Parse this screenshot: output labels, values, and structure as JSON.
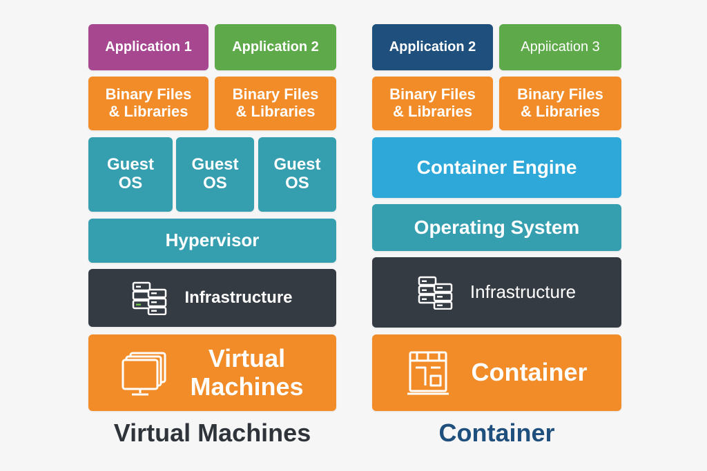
{
  "colors": {
    "purple": "#a6478f",
    "green": "#5ea94a",
    "navy": "#1e4f7d",
    "orange": "#f28c28",
    "teal": "#359fb0",
    "sky": "#2ea8d8",
    "dark": "#353b42",
    "caption_left": "#2e343a",
    "caption_right": "#1e4f7d"
  },
  "vm": {
    "apps": [
      "Application 1",
      "Application 2"
    ],
    "bins": [
      "Binary Files\n& Libraries",
      "Binary Files\n& Libraries"
    ],
    "guests": [
      "Guest\nOS",
      "Guest\nOS",
      "Guest\nOS"
    ],
    "hypervisor": "Hypervisor",
    "infrastructure": "Infrastructure",
    "infrastructure_icon": "server-icon",
    "base": "Virtual\nMachines",
    "base_icon": "virtual-machine-icon",
    "caption": "Virtual Machines"
  },
  "container": {
    "apps": [
      "Application 2",
      "Appiication 3"
    ],
    "bins": [
      "Binary Files\n& Libraries",
      "Binary Files\n& Libraries"
    ],
    "engine": "Container Engine",
    "os": "Operating System",
    "infrastructure": "Infrastructure",
    "infrastructure_icon": "server-icon",
    "base": "Container",
    "base_icon": "container-icon",
    "caption": "Container"
  }
}
